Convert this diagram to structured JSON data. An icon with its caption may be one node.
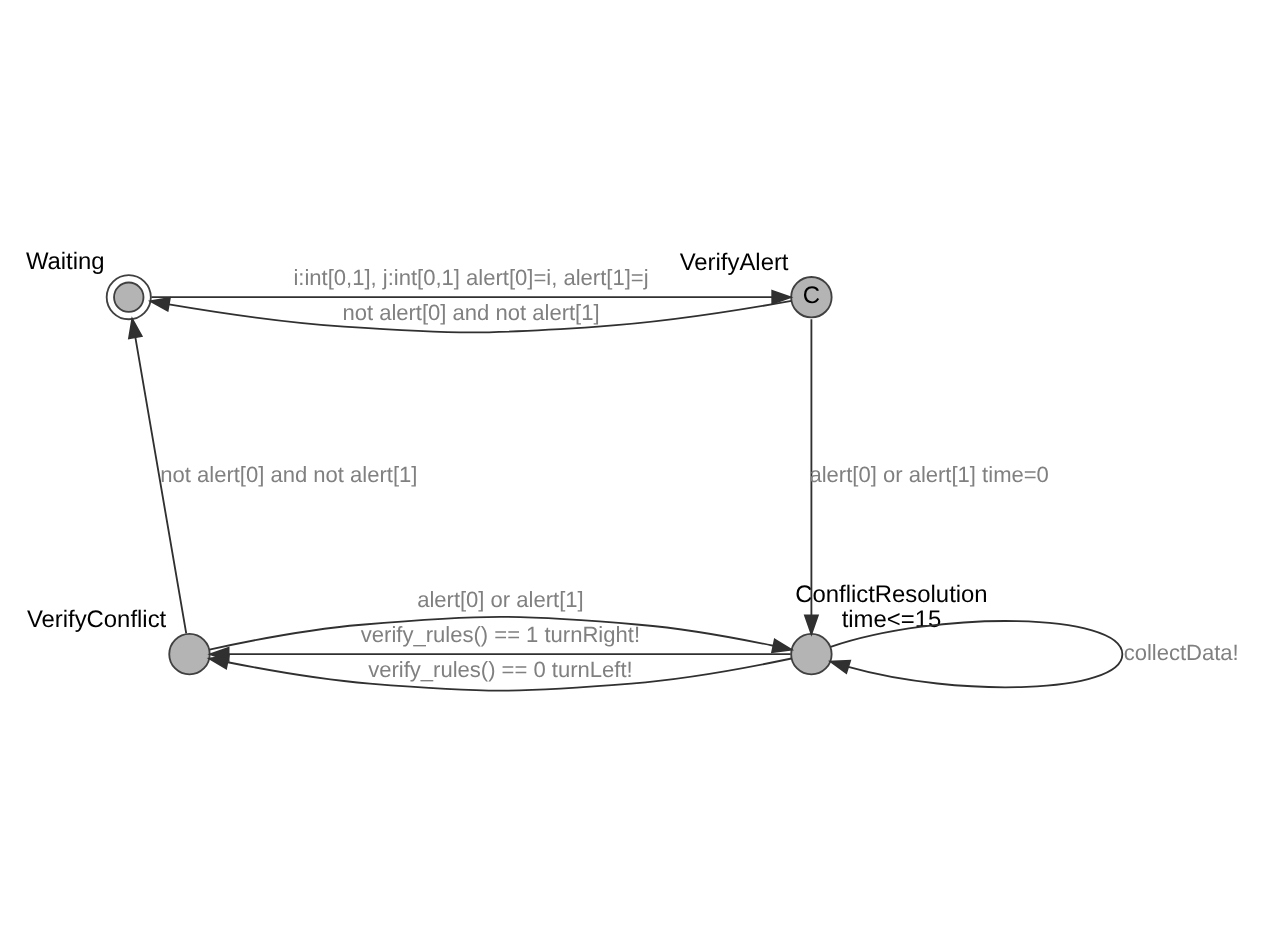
{
  "diagram": {
    "nodes": [
      {
        "text": [
          "Waiting"
        ]
      },
      {
        "text": [
          "C",
          "VerifyAlert"
        ]
      },
      {
        "text": [
          "VerifyConflict"
        ]
      },
      {
        "text": [
          "ConflictResolution"
        ],
        "beside": [
          "time<=15"
        ]
      }
    ],
    "edges": [
      {
        "from": 1,
        "to": 0,
        "arrow": "to",
        "label": "not alert[0] and not alert[1]"
      },
      {
        "from": 0,
        "to": 1,
        "arrow": "to",
        "label": "i:int[0,1], j:int[0,1] alert[0]=i, alert[1]=j"
      },
      {
        "from": 1,
        "to": 3,
        "arrow": "to",
        "label": "alert[0] or alert[1] time=0"
      },
      {
        "from": 2,
        "to": 0,
        "arrow": "to",
        "label": "not alert[0] and not alert[1]"
      },
      {
        "from": 3,
        "to": 2,
        "arrow": "to",
        "label": "verify_rules() == 1 turnRight!"
      },
      {
        "from": 2,
        "to": 3,
        "arrow": "to",
        "label": "alert[0] or alert[1]"
      },
      {
        "from": 3,
        "to": 2,
        "arrow": "to",
        "label": "verify_rules() == 0 turnLeft!"
      },
      {
        "from": 3,
        "to": 3,
        "arrow": "to",
        "label": "collectData!"
      }
    ]
  }
}
